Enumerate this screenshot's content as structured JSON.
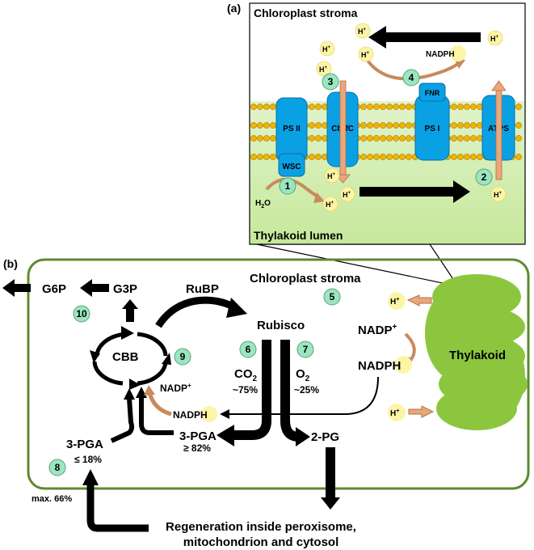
{
  "panel_a": {
    "label": "(a)",
    "stroma_title": "Chloroplast stroma",
    "lumen_title": "Thylakoid lumen",
    "complexes": {
      "ps2": "PS II",
      "wsc": "WSC",
      "cyt_prefix": "Cb",
      "cyt_sub": "6",
      "cyt_suffix": "fC",
      "fnr": "FNR",
      "ps1": "PS I",
      "atps": "ATPS"
    },
    "proton": "H",
    "proton_sup": "+",
    "nadph": "NADPH",
    "water": "H",
    "water_sub": "2",
    "water_end": "O",
    "steps": [
      "1",
      "2",
      "3",
      "4"
    ]
  },
  "panel_b": {
    "label": "(b)",
    "stroma_title": "Chloroplast stroma",
    "thylakoid": "Thylakoid",
    "g6p": "G6P",
    "g3p": "G3P",
    "rubp": "RuBP",
    "rubisco": "Rubisco",
    "cbb": "CBB",
    "co2_main": "CO",
    "co2_sub": "2",
    "co2_pct": "~75%",
    "o2_main": "O",
    "o2_sub": "2",
    "o2_pct": "~25%",
    "pga_main": "3-PGA",
    "pga_main_pct": "≥ 82%",
    "pga_left": "3-PGA",
    "pga_left_pct": "≤ 18%",
    "pg2": "2-PG",
    "nadp_plus": "NADP",
    "nadp_sup": "+",
    "nadph_n": "NADP",
    "nadph_h": "H",
    "proton": "H",
    "proton_sup": "+",
    "max_pct": "max. 66%",
    "regen_line1": "Regeneration inside peroxisome,",
    "regen_line2": "mitochondrion and cytosol",
    "steps": [
      "5",
      "6",
      "7",
      "8",
      "9",
      "10"
    ]
  },
  "colors": {
    "stroma_panel": "#ffffff",
    "lumen_gradient": "#cdeba6",
    "complex_blue": "#0aa0e4",
    "complex_edge": "#0a6fa8",
    "proton_fill": "#fdf5a6",
    "step_fill": "#9be6c0",
    "panel_border": "#5e8a2f",
    "thylakoid_green": "#8cc63f",
    "curved_arrow": "#c98a5c",
    "lipid_head": "#f0b400"
  }
}
